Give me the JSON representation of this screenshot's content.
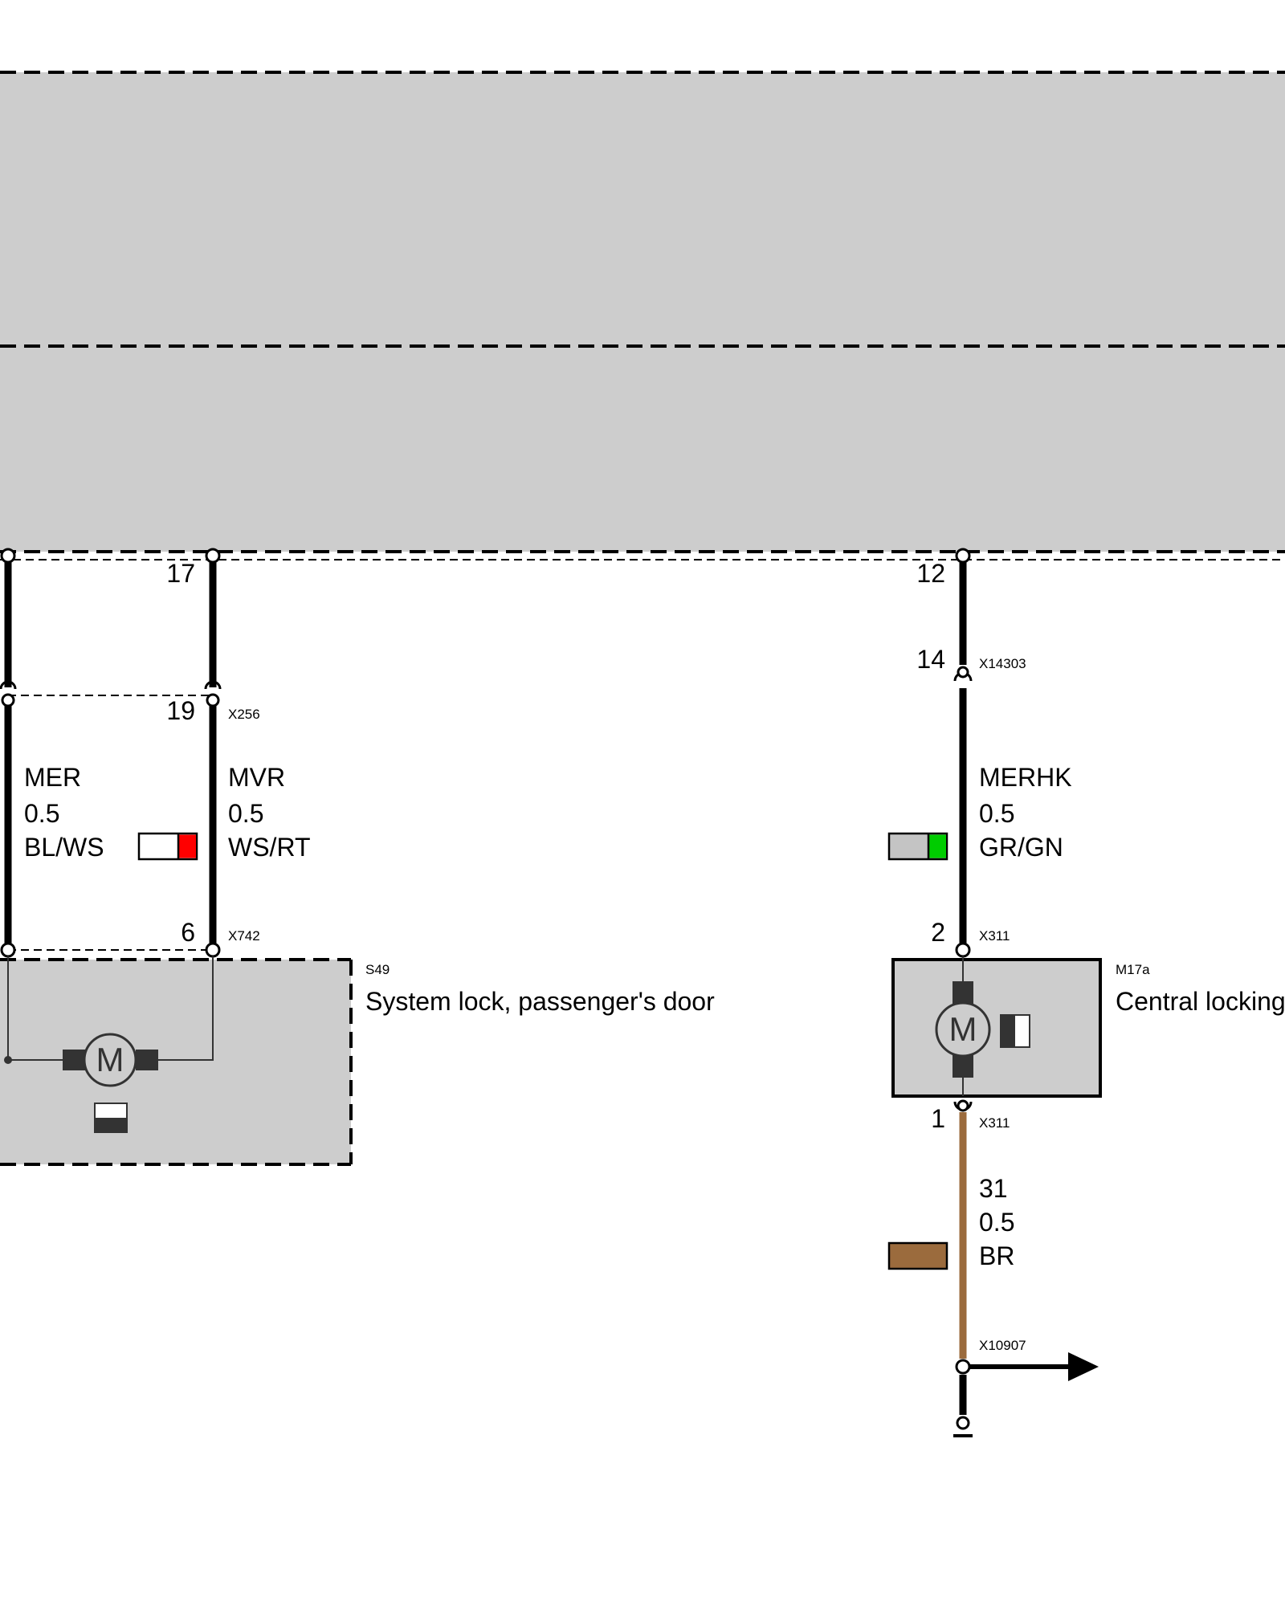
{
  "colors": {
    "module_fill": "#cdcdcd",
    "wire_black": "#000000",
    "wire_brown": "#9b6b3d",
    "swatch_red": "#ff0000",
    "swatch_green": "#00cc00",
    "swatch_grey": "#c4c4c4",
    "swatch_white": "#ffffff",
    "swatch_brown": "#9b6b3d"
  },
  "pins": {
    "p17": "17",
    "p19": "19",
    "p6": "6",
    "p12": "12",
    "p14": "14",
    "p2": "2",
    "p1": "1"
  },
  "connectors": {
    "x256": "X256",
    "x742": "X742",
    "x14303": "X14303",
    "x311_top": "X311",
    "x311_bottom": "X311",
    "x10907": "X10907"
  },
  "wires": {
    "mer": {
      "signal": "MER",
      "gauge": "0.5",
      "color": "BL/WS"
    },
    "mvr": {
      "signal": "MVR",
      "gauge": "0.5",
      "color": "WS/RT"
    },
    "merhk": {
      "signal": "MERHK",
      "gauge": "0.5",
      "color": "GR/GN"
    },
    "ground": {
      "signal": "31",
      "gauge": "0.5",
      "color": "BR"
    }
  },
  "components": {
    "s49": {
      "id": "S49",
      "name": "System lock, passenger's door"
    },
    "m17a": {
      "id": "M17a",
      "name": "Central locking"
    }
  },
  "icons": {
    "motor_symbol": "M"
  }
}
